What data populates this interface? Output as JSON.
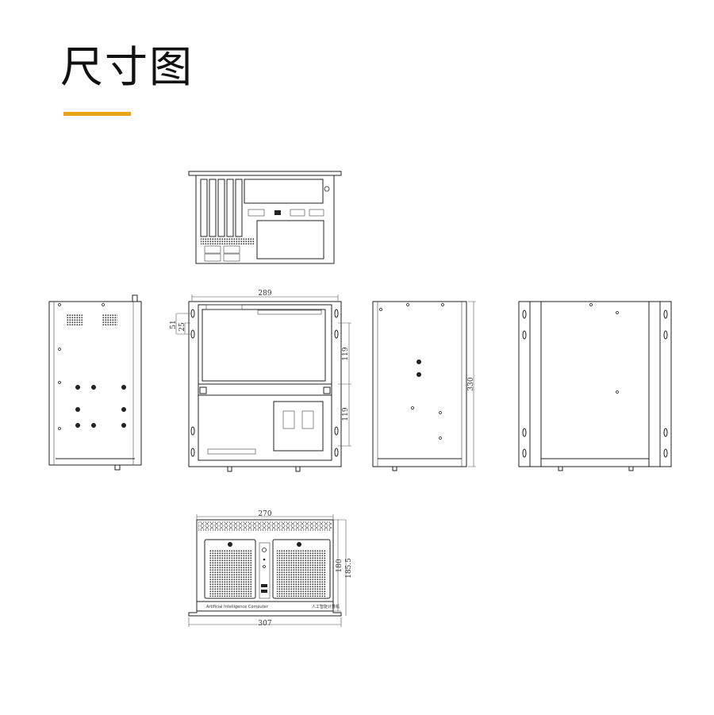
{
  "page": {
    "title": "尺寸图",
    "accent_color": "#e8a317"
  },
  "dimensions": {
    "open_width": "289",
    "slot_pitch_51": "51",
    "slot_pitch_25": "25",
    "upper_spacing": "119",
    "lower_spacing": "119",
    "depth": "330",
    "front_inner_width": "270",
    "front_overall_width": "307",
    "front_height": "180",
    "overall_height": "185.5"
  },
  "front_panel": {
    "label_en": "Artificial Intelligence Computer",
    "label_cn": "人工智能计算机"
  }
}
